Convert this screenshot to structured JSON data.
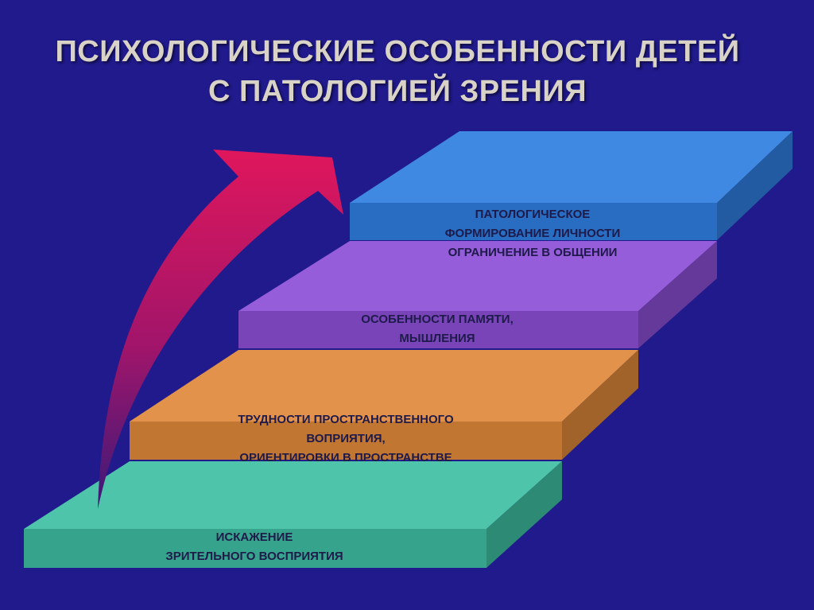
{
  "title": {
    "line1": "ПСИХОЛОГИЧЕСКИЕ ОСОБЕННОСТИ ДЕТЕЙ",
    "line2": "С ПАТОЛОГИЕЙ ЗРЕНИЯ"
  },
  "steps": [
    {
      "lines": [
        "ИСКАЖЕНИЕ",
        "ЗРИТЕЛЬНОГО ВОСПРИЯТИЯ"
      ],
      "color": "#3fbfa3"
    },
    {
      "lines": [
        "ТРУДНОСТИ ПРОСТРАНСТВЕННОГО",
        "ВОПРИЯТИЯ,",
        "ОРИЕНТИРОВКИ В ПРОСТРАНСТВЕ"
      ],
      "color": "#e0893a"
    },
    {
      "lines": [
        "ОСОБЕННОСТИ ПАМЯТИ,",
        "МЫШЛЕНИЯ"
      ],
      "color": "#8c4fd6"
    },
    {
      "lines": [
        "ПАТОЛОГИЧЕСКОЕ",
        "ФОРМИРОВАНИЕ ЛИЧНОСТИ",
        "ОГРАНИЧЕНИЕ В ОБЩЕНИИ"
      ],
      "color": "#2f7fe0"
    }
  ],
  "arrow_color": "#d3145e",
  "background_color": "#201a8c"
}
